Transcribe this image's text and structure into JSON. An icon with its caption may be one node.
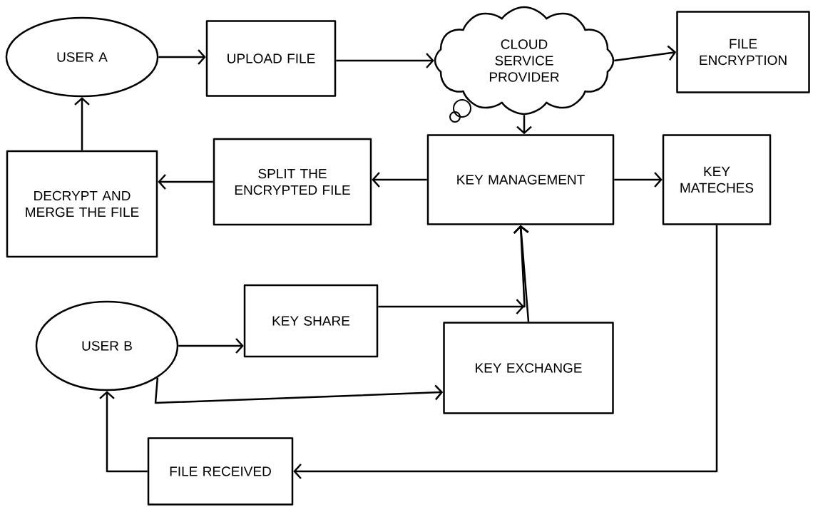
{
  "diagram": {
    "nodes": [
      {
        "text": [
          "USER A"
        ]
      },
      {
        "text": [
          "UPLOAD FILE"
        ]
      },
      {
        "text": [
          "CLOUD SERVICE PROVIDER"
        ]
      },
      {
        "text": [
          "FILE ENCRYPTION"
        ]
      },
      {
        "text": [
          "DECRYPT AND MERGE THE FILE"
        ]
      },
      {
        "text": [
          "SPLIT THE ENCRYPTED FILE"
        ]
      },
      {
        "text": [
          "KEY MANAGEMENT"
        ]
      },
      {
        "text": [
          "KEY MATECHES"
        ]
      },
      {
        "text": [
          "USER B"
        ]
      },
      {
        "text": [
          "KEY SHARE"
        ]
      },
      {
        "text": [
          "KEY EXCHANGE"
        ]
      },
      {
        "text": [
          "FILE RECEIVED"
        ]
      }
    ],
    "edges": [
      {
        "from": 0,
        "to": 1,
        "arrow": "to"
      },
      {
        "from": 1,
        "to": 2,
        "arrow": "to"
      },
      {
        "from": 2,
        "to": 3,
        "arrow": "to"
      },
      {
        "from": 2,
        "to": 6,
        "arrow": "to"
      },
      {
        "from": 6,
        "to": 5,
        "arrow": "to"
      },
      {
        "from": 5,
        "to": 4,
        "arrow": "to"
      },
      {
        "from": 4,
        "to": 0,
        "arrow": "to"
      },
      {
        "from": 6,
        "to": 7,
        "arrow": "to"
      },
      {
        "from": 7,
        "to": 11,
        "arrow": "to"
      },
      {
        "from": 11,
        "to": 8,
        "arrow": "to"
      },
      {
        "from": 8,
        "to": 9,
        "arrow": "to"
      },
      {
        "from": 8,
        "to": 10,
        "arrow": "to"
      },
      {
        "from": 9,
        "to": 6,
        "arrow": "to"
      },
      {
        "from": 10,
        "to": 6,
        "arrow": "to"
      }
    ]
  }
}
